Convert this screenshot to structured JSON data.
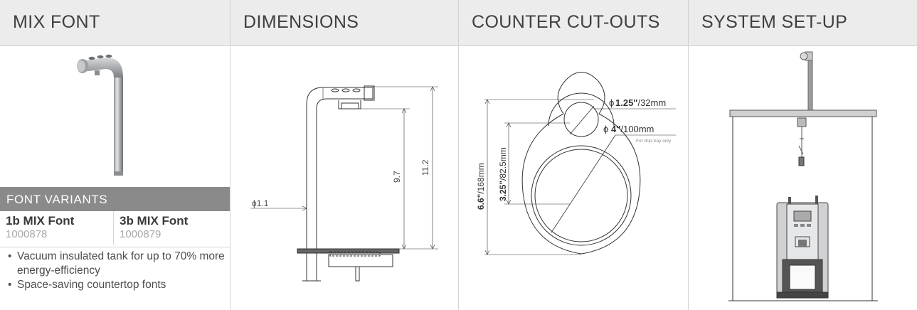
{
  "columns": {
    "mix_font": {
      "title": "MIX FONT"
    },
    "dimensions": {
      "title": "DIMENSIONS",
      "labels": {
        "diameter": "ϕ1.1",
        "height_inner": "9.7",
        "height_total": "11.2"
      }
    },
    "counter_cutouts": {
      "title": "COUNTER CUT-OUTS",
      "labels": {
        "small_hole_bold": "1.25\"",
        "small_hole_rest": "/32mm",
        "large_hole_bold": "4\"",
        "large_hole_rest": "/100mm",
        "large_hole_note": "For drip-tray only",
        "overall_bold": "6.6\"",
        "overall_rest": "/168mm",
        "center_bold": "3.25\"",
        "center_rest": "/82.5mm"
      }
    },
    "system_setup": {
      "title": "SYSTEM SET-UP"
    }
  },
  "font_variants": {
    "heading": "FONT VARIANTS",
    "items": [
      {
        "name": "1b MIX Font",
        "code": "1000878"
      },
      {
        "name": "3b MIX Font",
        "code": "1000879"
      }
    ]
  },
  "features": [
    "Vacuum insulated tank for up to 70% more energy-efficiency",
    "Space-saving countertop fonts"
  ],
  "colors": {
    "header_bg": "#ececec",
    "variants_header_bg": "#8a8a8a",
    "drawing_line": "#333333",
    "divider": "#d2d2d2"
  }
}
